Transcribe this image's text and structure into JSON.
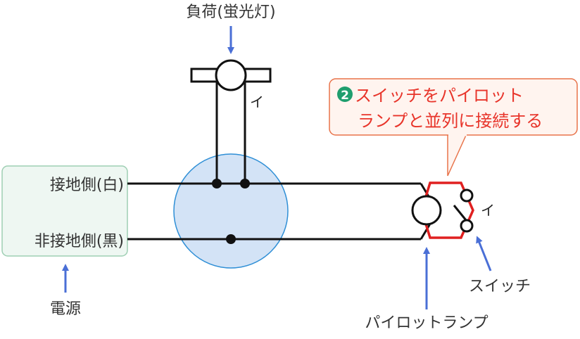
{
  "source": {
    "grounded_label": "接地側(白)",
    "ungrounded_label": "非接地側(黒)",
    "caption": "電源"
  },
  "load": {
    "caption": "負荷(蛍光灯)",
    "mark": "イ"
  },
  "switch": {
    "caption": "スイッチ",
    "mark": "イ"
  },
  "pilot_lamp": {
    "caption": "パイロットランプ"
  },
  "callout": {
    "number": "2",
    "line1": "スイッチをパイロット",
    "line2": "ランプと並列に接続する"
  },
  "colors": {
    "wire": "#111111",
    "arrow": "#4a6fd6",
    "callout_border": "#e8734a",
    "callout_fill": "#fff4ef",
    "callout_text": "#e8342a",
    "badge": "#1f9e6e",
    "parallel_box": "#e02020",
    "junction_box_fill": "#d3e3f6",
    "junction_box_stroke": "#2f8fd6",
    "source_fill": "#eef7f2",
    "source_stroke": "#9ecfb3"
  }
}
